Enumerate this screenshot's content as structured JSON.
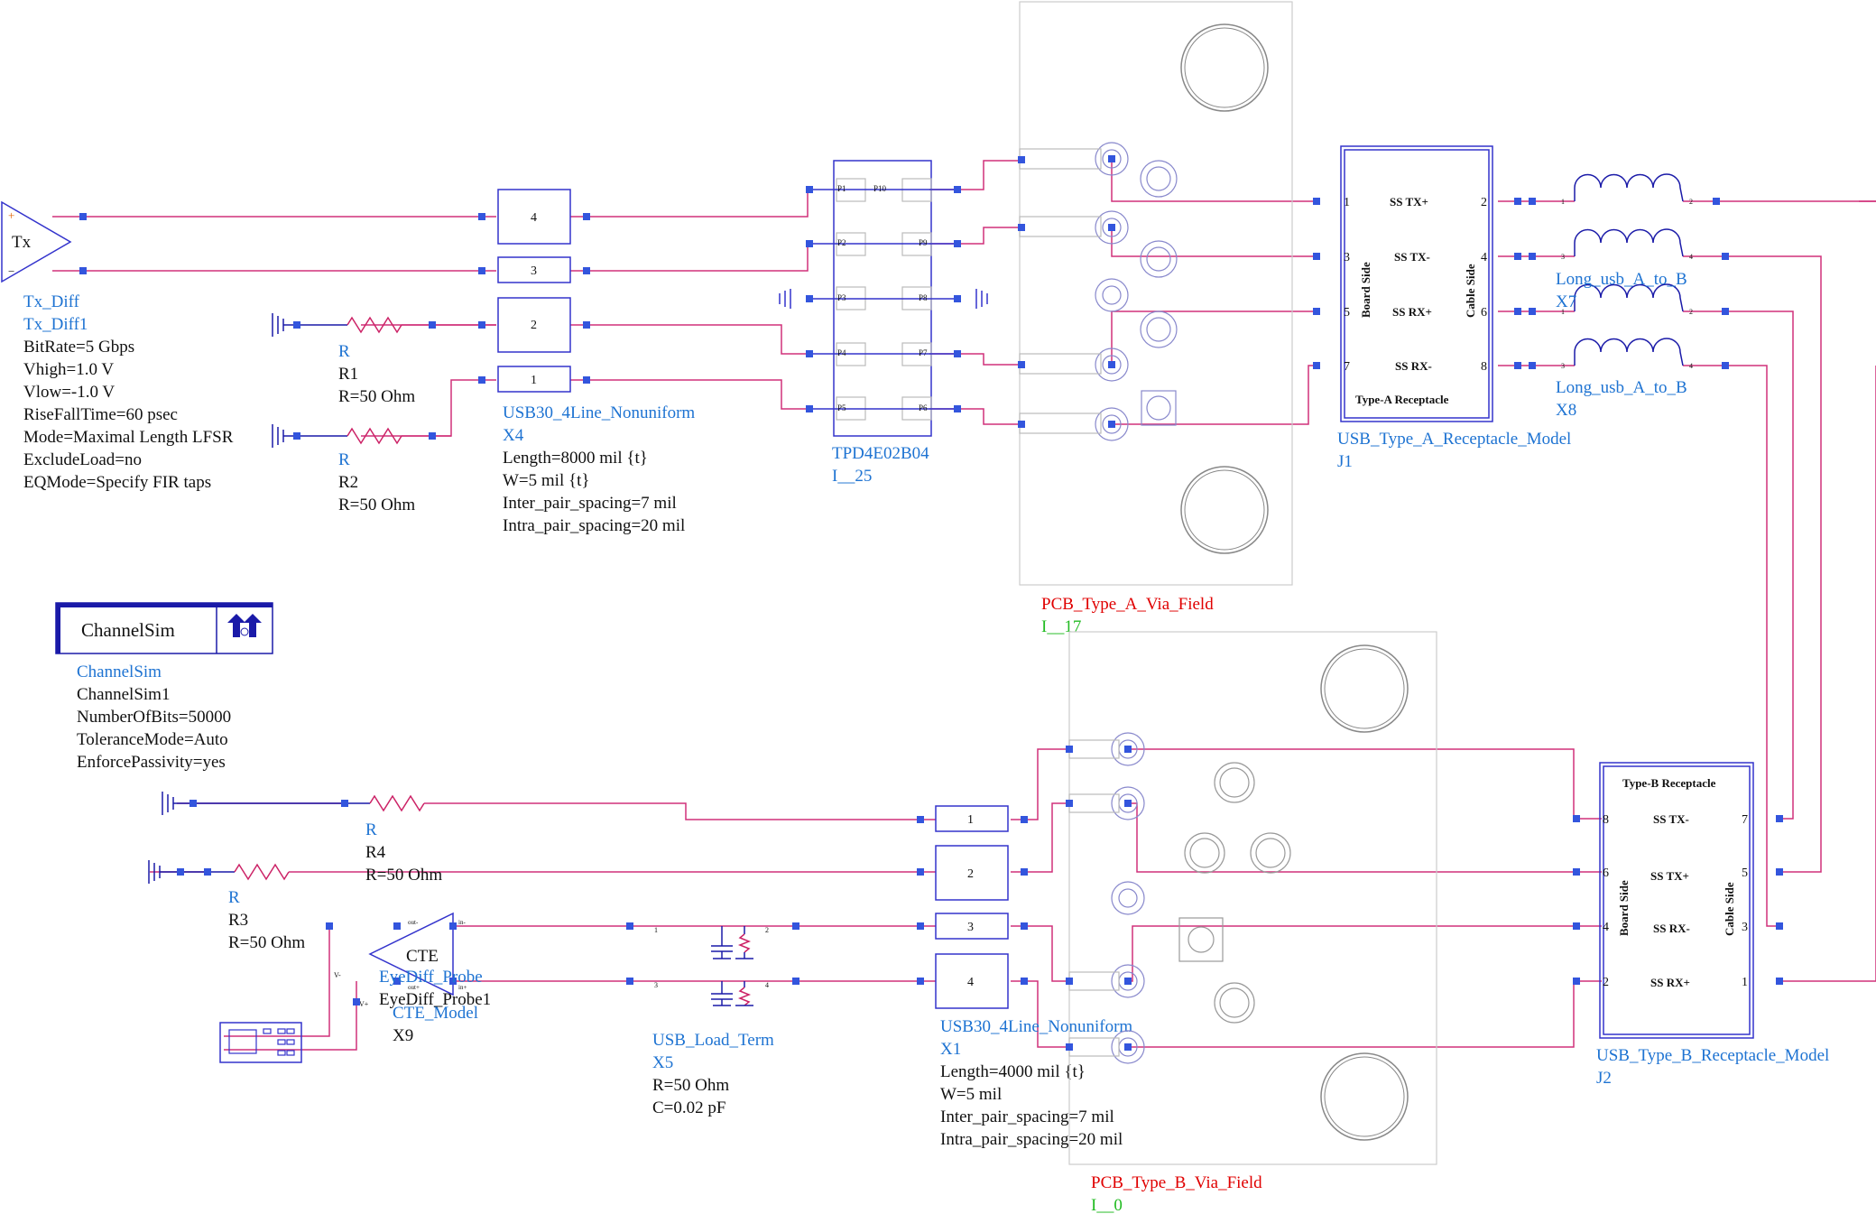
{
  "tx": {
    "symbol": "Tx",
    "type": "Tx_Diff",
    "name": "Tx_Diff1",
    "params": [
      "BitRate=5 Gbps",
      "Vhigh=1.0 V",
      "Vlow=-1.0 V",
      "RiseFallTime=60 psec",
      "Mode=Maximal Length LFSR",
      "ExcludeLoad=no",
      "EQMode=Specify FIR taps"
    ]
  },
  "r1": {
    "type": "R",
    "name": "R1",
    "value": "R=50 Ohm"
  },
  "r2": {
    "type": "R",
    "name": "R2",
    "value": "R=50 Ohm"
  },
  "r3": {
    "type": "R",
    "name": "R3",
    "value": "R=50 Ohm"
  },
  "r4": {
    "type": "R",
    "name": "R4",
    "value": "R=50 Ohm"
  },
  "x4": {
    "pins": [
      "4",
      "3",
      "2",
      "1"
    ],
    "type": "USB30_4Line_Nonuniform",
    "name": "X4",
    "params": [
      "Length=8000 mil {t}",
      "W=5 mil {t}",
      "Inter_pair_spacing=7 mil",
      "Intra_pair_spacing=20 mil"
    ]
  },
  "x1": {
    "pins": [
      "1",
      "2",
      "3",
      "4"
    ],
    "type": "USB30_4Line_Nonuniform",
    "name": "X1",
    "params": [
      "Length=4000 mil {t}",
      "W=5 mil",
      "Inter_pair_spacing=7 mil",
      "Intra_pair_spacing=20 mil"
    ]
  },
  "tpd": {
    "type": "TPD4E02B04",
    "name": "I__25",
    "left_pins": [
      "P1",
      "P2",
      "P3",
      "P4",
      "P5"
    ],
    "right_pins": [
      "P10",
      "P9",
      "P8",
      "P7",
      "P6"
    ]
  },
  "via_a": {
    "type": "PCB_Type_A_Via_Field",
    "name": "I__17"
  },
  "via_b": {
    "type": "PCB_Type_B_Via_Field",
    "name": "I__0"
  },
  "j1": {
    "type": "USB_Type_A_Receptacle_Model",
    "name": "J1",
    "title": "Type-A Receptacle",
    "board_side": "Board Side",
    "cable_side": "Cable Side",
    "left_pins": [
      "1",
      "3",
      "5",
      "7"
    ],
    "right_pins": [
      "2",
      "4",
      "6",
      "8"
    ],
    "signals": [
      "SS TX+",
      "SS TX-",
      "SS RX+",
      "SS RX-"
    ]
  },
  "j2": {
    "type": "USB_Type_B_Receptacle_Model",
    "name": "J2",
    "title": "Type-B Receptacle",
    "board_side": "Board Side",
    "cable_side": "Cable Side",
    "left_pins": [
      "8",
      "6",
      "4",
      "2"
    ],
    "right_pins": [
      "7",
      "5",
      "3",
      "1"
    ],
    "signals": [
      "SS TX-",
      "SS TX+",
      "SS RX-",
      "SS RX+"
    ]
  },
  "x7": {
    "type": "Long_usb_A_to_B",
    "name": "X7"
  },
  "x8": {
    "type": "Long_usb_A_to_B",
    "name": "X8"
  },
  "cable_pins": [
    "1",
    "2",
    "3",
    "4"
  ],
  "channelsim": {
    "label": "ChannelSim",
    "type": "ChannelSim",
    "name": "ChannelSim1",
    "params": [
      "NumberOfBits=50000",
      "ToleranceMode=Auto",
      "EnforcePassivity=yes"
    ]
  },
  "probe": {
    "type": "EyeDiff_Probe",
    "name": "EyeDiff_Probe1",
    "pins": [
      "V-",
      "V+"
    ]
  },
  "cte": {
    "symbol": "CTE",
    "type": "CTE_Model",
    "name": "X9",
    "pins": [
      "out-",
      "in-",
      "out+",
      "in+"
    ]
  },
  "load": {
    "type": "USB_Load_Term",
    "name": "X5",
    "params": [
      "R=50 Ohm",
      "C=0.02 pF"
    ],
    "pins": [
      "1",
      "2",
      "3",
      "4"
    ]
  },
  "colors": {
    "wire": "#d0307a",
    "component": "#1a1aa8",
    "label": "#1e73d2",
    "via_label": "#e00000",
    "via_name": "#22bb22"
  }
}
